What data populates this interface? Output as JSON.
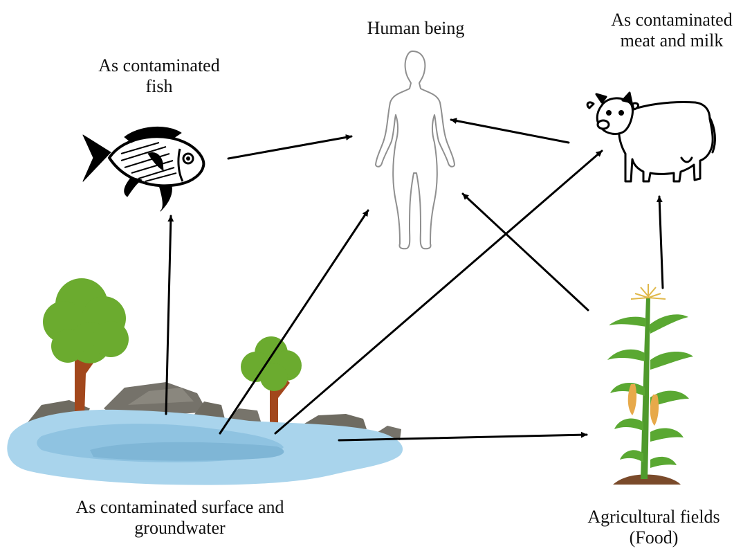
{
  "labels": {
    "human": "Human being",
    "fish_line1": "As contaminated",
    "fish_line2": "fish",
    "cow_line1": "As contaminated",
    "cow_line2": "meat and milk",
    "water_line1": "As contaminated surface and",
    "water_line2": "groundwater",
    "field_line1": "Agricultural fields",
    "field_line2": "(Food)"
  },
  "nodes": [
    {
      "id": "water",
      "icon": "water-pond-icon"
    },
    {
      "id": "fish",
      "icon": "fish-icon"
    },
    {
      "id": "human",
      "icon": "human-silhouette-icon"
    },
    {
      "id": "cow",
      "icon": "cow-icon"
    },
    {
      "id": "field",
      "icon": "corn-plant-icon"
    }
  ],
  "edges": [
    {
      "from": "water",
      "to": "fish"
    },
    {
      "from": "water",
      "to": "human"
    },
    {
      "from": "water",
      "to": "cow"
    },
    {
      "from": "water",
      "to": "field"
    },
    {
      "from": "fish",
      "to": "human"
    },
    {
      "from": "cow",
      "to": "human"
    },
    {
      "from": "field",
      "to": "human"
    },
    {
      "from": "field",
      "to": "cow"
    }
  ],
  "colors": {
    "water": "#a9d4ec",
    "water_dark": "#7fb6d6",
    "tree_leaf": "#6bab2f",
    "tree_trunk": "#a2471c",
    "rock": "#6e6b61",
    "corn_leaf": "#5aa832",
    "corn_cob": "#e7a94a",
    "soil": "#7a4a2a",
    "arrow": "#000000"
  }
}
